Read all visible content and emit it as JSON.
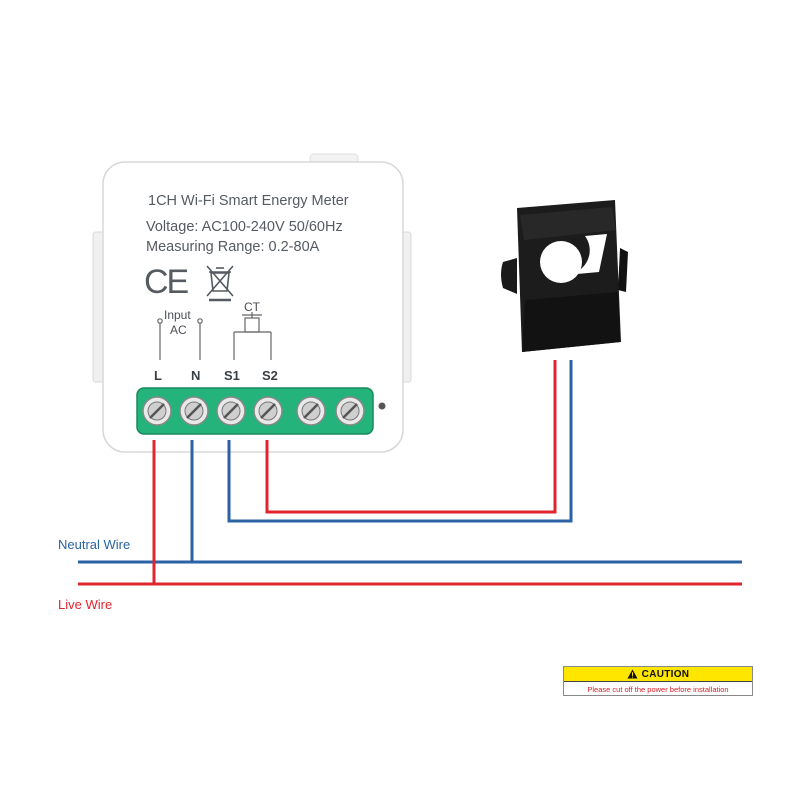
{
  "device": {
    "title": "1CH Wi-Fi Smart Energy Meter",
    "voltage": "Voltage: AC100-240V 50/60Hz",
    "range": "Measuring Range: 0.2-80A",
    "ce_mark": "CE",
    "input_label": "Input",
    "ac_label": "AC",
    "ct_label": "CT",
    "terminals": [
      "L",
      "N",
      "S1",
      "S2"
    ]
  },
  "wires": {
    "neutral_label": "Neutral Wire",
    "live_label": "Live Wire",
    "neutral_color": "#2a62a4",
    "live_color": "#e0252f"
  },
  "caution": {
    "title": "CAUTION",
    "message": "Please cut off the power before installation",
    "band_color": "#ffe600"
  }
}
